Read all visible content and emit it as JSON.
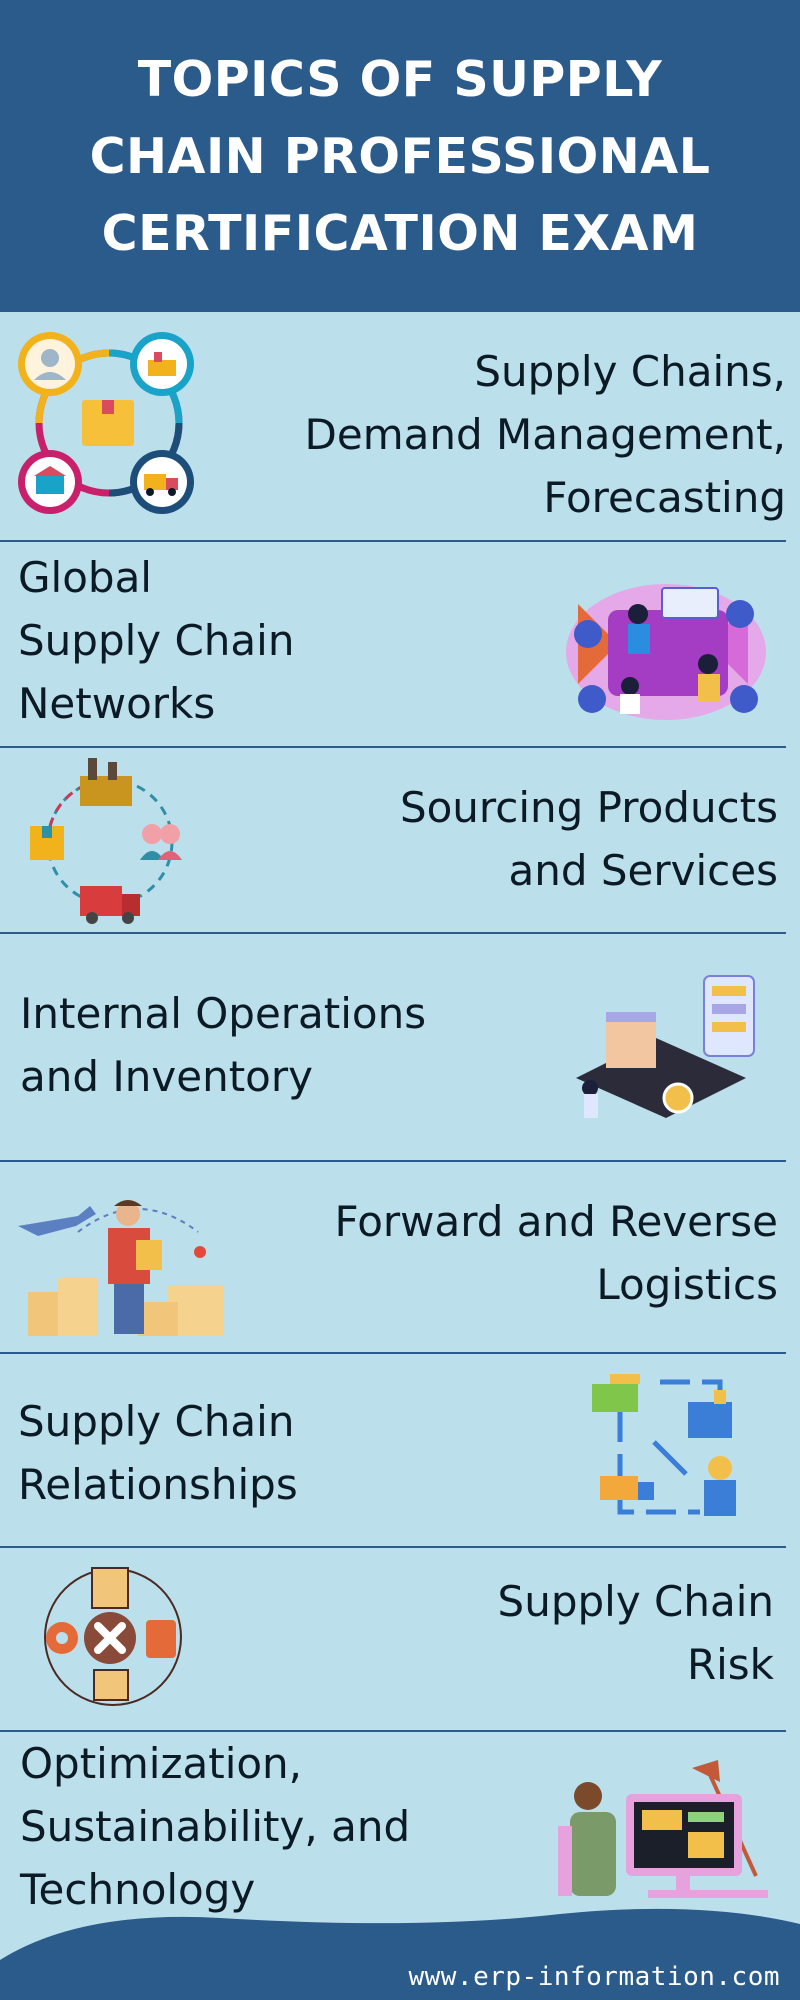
{
  "header": {
    "title_lines": [
      "TOPICS OF SUPPLY",
      "CHAIN PROFESSIONAL",
      "CERTIFICATION EXAM"
    ]
  },
  "topics": [
    {
      "lines": [
        "Supply Chains,",
        "Demand Management,",
        "Forecasting"
      ]
    },
    {
      "lines": [
        "Global",
        "Supply Chain",
        "Networks"
      ]
    },
    {
      "lines": [
        "Sourcing Products",
        "and Services"
      ]
    },
    {
      "lines": [
        "Internal Operations",
        "and Inventory"
      ]
    },
    {
      "lines": [
        "Forward and Reverse",
        "Logistics"
      ]
    },
    {
      "lines": [
        "Supply Chain",
        "Relationships"
      ]
    },
    {
      "lines": [
        "Supply Chain",
        "Risk"
      ]
    },
    {
      "lines": [
        "Optimization,",
        "Sustainability, and",
        "Technology"
      ]
    }
  ],
  "footer": {
    "website": "www.erp-information.com"
  },
  "colors": {
    "header_bg": "#2b5b8a",
    "body_bg": "#bcdfec",
    "divider": "#2b5b8a"
  }
}
